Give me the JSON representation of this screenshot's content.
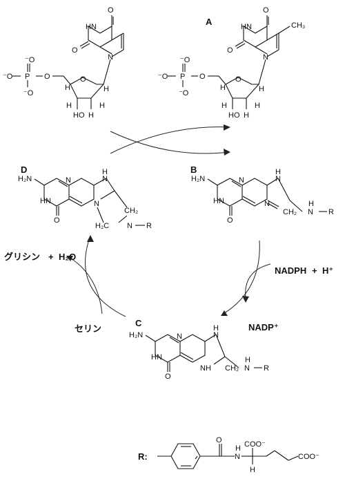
{
  "labels": {
    "a": "A",
    "b": "B",
    "c": "C",
    "d": "D",
    "r": "R:"
  },
  "reagents": {
    "glycine": "グリシン",
    "plus1": "+",
    "water": "H₂O",
    "serine": "セリン",
    "nadph": "NADPH",
    "plus2": "+",
    "hplus": "H⁺",
    "nadp": "NADP⁺"
  },
  "atoms": {
    "o": "O",
    "om": "⁻O",
    "hn": "HN",
    "n": "N",
    "nh": "NH",
    "h": "H",
    "ho": "HO",
    "p": "P",
    "ch3": "CH₃",
    "h2n": "H₂N",
    "ch2": "CH₂",
    "h2c": "H₂C",
    "r": "R",
    "coo": "COO⁻",
    "dash": "—"
  }
}
